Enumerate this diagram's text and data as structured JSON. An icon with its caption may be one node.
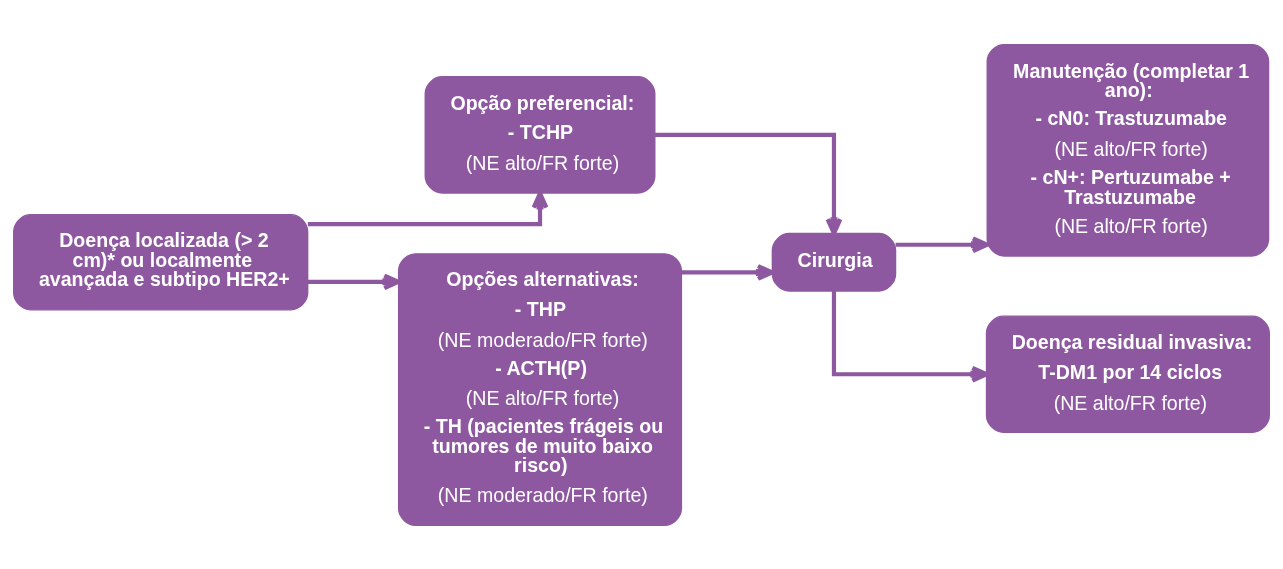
{
  "diagram": {
    "nodes": [
      {
        "text": [
          "Doença localizada (> 2 cm)* ou localmente avançada e subtipo HER2+"
        ]
      },
      {
        "text": [
          "Opção preferencial:",
          "- TCHP",
          "(NE alto/FR forte)"
        ]
      },
      {
        "text": [
          "Opções alternativas:",
          "- THP",
          "(NE moderado/FR forte)",
          "- ACTH(P)",
          "(NE alto/FR forte)",
          "- TH (pacientes frágeis ou tumores de muito baixo risco)",
          "(NE moderado/FR forte)"
        ]
      },
      {
        "text": [
          "Cirurgia"
        ]
      },
      {
        "text": [
          "Manutenção (completar 1 ano):",
          "- cN0: Trastuzumabe",
          "(NE alto/FR forte)",
          "- cN+: Pertuzumabe + Trastuzumabe",
          "(NE alto/FR forte)"
        ]
      },
      {
        "text": [
          "Doença residual invasiva:",
          "T-DM1 por 14 ciclos",
          "(NE alto/FR forte)"
        ]
      }
    ],
    "edges": [
      {
        "from": 0,
        "to": 1,
        "arrow": "to"
      },
      {
        "from": 0,
        "to": 2,
        "arrow": "to"
      },
      {
        "from": 1,
        "to": 3,
        "arrow": "to"
      },
      {
        "from": 2,
        "to": 3,
        "arrow": "to"
      },
      {
        "from": 3,
        "to": 4,
        "arrow": "to"
      },
      {
        "from": 3,
        "to": 5,
        "arrow": "to"
      }
    ]
  }
}
